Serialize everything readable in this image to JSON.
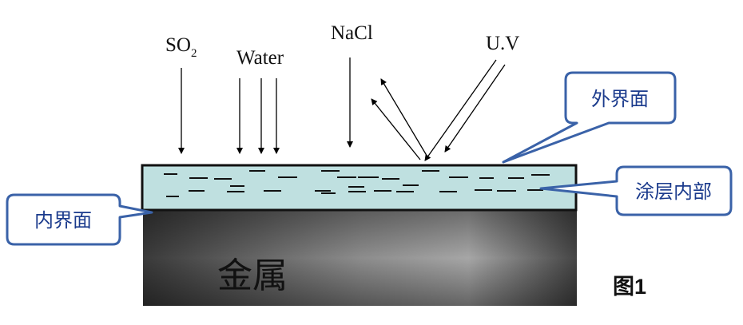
{
  "labels": {
    "so2_main": "SO",
    "so2_sub": "2",
    "water": "Water",
    "nacl": "NaCl",
    "uv": "U.V",
    "metal": "金属",
    "figure": "图1"
  },
  "callouts": {
    "outer_interface": "外界面",
    "coating_interior": "涂层内部",
    "inner_interface": "内界面"
  },
  "colors": {
    "callout_border": "#3a62a8",
    "coating_fill": "#bfe0e0",
    "metal_dark": "#404040",
    "metal_light": "#a8a8a8"
  }
}
